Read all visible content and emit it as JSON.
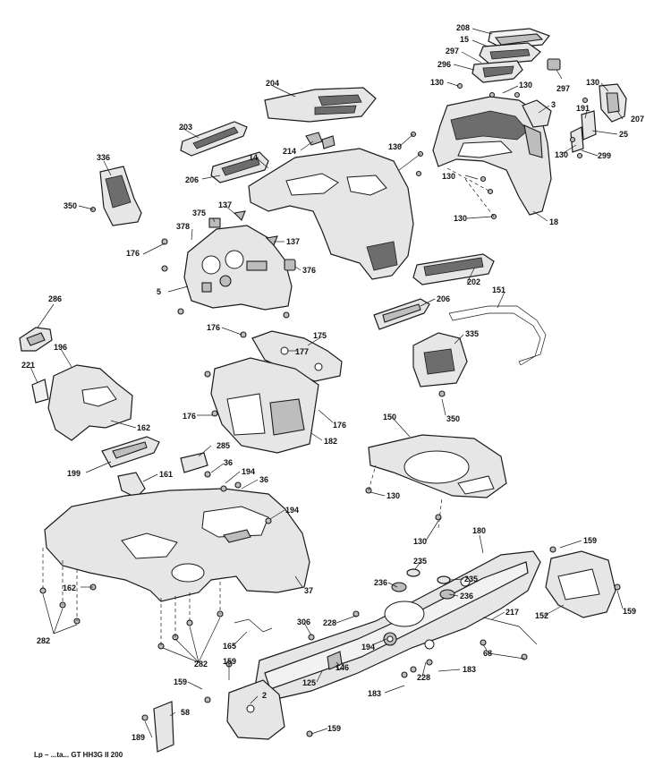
{
  "footer_text": "Lp – ...ta... GT HH3G II 200",
  "callouts": [
    {
      "id": "c208",
      "text": "208"
    },
    {
      "id": "c15",
      "text": "15"
    },
    {
      "id": "c297a",
      "text": "297"
    },
    {
      "id": "c296",
      "text": "296"
    },
    {
      "id": "c130a",
      "text": "130"
    },
    {
      "id": "c130b",
      "text": "130"
    },
    {
      "id": "c297b",
      "text": "297"
    },
    {
      "id": "c130c",
      "text": "130"
    },
    {
      "id": "c3",
      "text": "3"
    },
    {
      "id": "c191",
      "text": "191"
    },
    {
      "id": "c207",
      "text": "207"
    },
    {
      "id": "c25",
      "text": "25"
    },
    {
      "id": "c130d",
      "text": "130"
    },
    {
      "id": "c299",
      "text": "299"
    },
    {
      "id": "c204",
      "text": "204"
    },
    {
      "id": "c203",
      "text": "203"
    },
    {
      "id": "c214",
      "text": "214"
    },
    {
      "id": "c14",
      "text": "14"
    },
    {
      "id": "c130e",
      "text": "130"
    },
    {
      "id": "c130f",
      "text": "130"
    },
    {
      "id": "c130g",
      "text": "130"
    },
    {
      "id": "c18",
      "text": "18"
    },
    {
      "id": "c336",
      "text": "336"
    },
    {
      "id": "c206a",
      "text": "206"
    },
    {
      "id": "c137a",
      "text": "137"
    },
    {
      "id": "c350a",
      "text": "350"
    },
    {
      "id": "c375",
      "text": "375"
    },
    {
      "id": "c378",
      "text": "378"
    },
    {
      "id": "c137b",
      "text": "137"
    },
    {
      "id": "c176a",
      "text": "176"
    },
    {
      "id": "c376",
      "text": "376"
    },
    {
      "id": "c202",
      "text": "202"
    },
    {
      "id": "c5",
      "text": "5"
    },
    {
      "id": "c151",
      "text": "151"
    },
    {
      "id": "c206b",
      "text": "206"
    },
    {
      "id": "c286",
      "text": "286"
    },
    {
      "id": "c176b",
      "text": "176"
    },
    {
      "id": "c175",
      "text": "175"
    },
    {
      "id": "c335",
      "text": "335"
    },
    {
      "id": "c196",
      "text": "196"
    },
    {
      "id": "c177",
      "text": "177"
    },
    {
      "id": "c221",
      "text": "221"
    },
    {
      "id": "c162a",
      "text": "162"
    },
    {
      "id": "c350b",
      "text": "350"
    },
    {
      "id": "c176c",
      "text": "176"
    },
    {
      "id": "c176d",
      "text": "176"
    },
    {
      "id": "c150",
      "text": "150"
    },
    {
      "id": "c182",
      "text": "182"
    },
    {
      "id": "c285",
      "text": "285"
    },
    {
      "id": "c199",
      "text": "199"
    },
    {
      "id": "c36a",
      "text": "36"
    },
    {
      "id": "c161",
      "text": "161"
    },
    {
      "id": "c194a",
      "text": "194"
    },
    {
      "id": "c36b",
      "text": "36"
    },
    {
      "id": "c130h",
      "text": "130"
    },
    {
      "id": "c194b",
      "text": "194"
    },
    {
      "id": "c130i",
      "text": "130"
    },
    {
      "id": "c180",
      "text": "180"
    },
    {
      "id": "c159a",
      "text": "159"
    },
    {
      "id": "c235a",
      "text": "235"
    },
    {
      "id": "c236a",
      "text": "236"
    },
    {
      "id": "c235b",
      "text": "235"
    },
    {
      "id": "c162b",
      "text": "162"
    },
    {
      "id": "c236b",
      "text": "236"
    },
    {
      "id": "c37",
      "text": "37"
    },
    {
      "id": "c159b",
      "text": "159"
    },
    {
      "id": "c217",
      "text": "217"
    },
    {
      "id": "c152",
      "text": "152"
    },
    {
      "id": "c228a",
      "text": "228"
    },
    {
      "id": "c306",
      "text": "306"
    },
    {
      "id": "c282a",
      "text": "282"
    },
    {
      "id": "c165",
      "text": "165"
    },
    {
      "id": "c68",
      "text": "68"
    },
    {
      "id": "c194c",
      "text": "194"
    },
    {
      "id": "c282b",
      "text": "282"
    },
    {
      "id": "c159c",
      "text": "159"
    },
    {
      "id": "c146",
      "text": "146"
    },
    {
      "id": "c183a",
      "text": "183"
    },
    {
      "id": "c228b",
      "text": "228"
    },
    {
      "id": "c125",
      "text": "125"
    },
    {
      "id": "c159d",
      "text": "159"
    },
    {
      "id": "c2",
      "text": "2"
    },
    {
      "id": "c183b",
      "text": "183"
    },
    {
      "id": "c58",
      "text": "58"
    },
    {
      "id": "c189",
      "text": "189"
    },
    {
      "id": "c159e",
      "text": "159"
    }
  ]
}
